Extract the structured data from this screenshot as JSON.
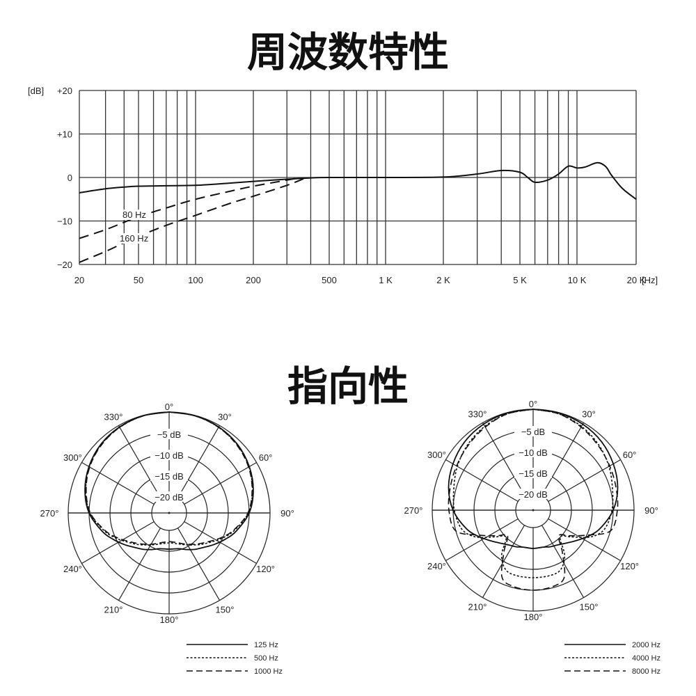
{
  "titles": {
    "frequency": "周波数特性",
    "polar": "指向性"
  },
  "chart_data": [
    {
      "type": "line",
      "title": "周波数特性",
      "xscale": "log",
      "xlim": [
        20,
        20000
      ],
      "ylim": [
        -20,
        20
      ],
      "ylabel": "[dB]",
      "xlabel_unit": "[Hz]",
      "yticks": [
        {
          "v": 20,
          "label": "+20"
        },
        {
          "v": 10,
          "label": "+10"
        },
        {
          "v": 0,
          "label": "0"
        },
        {
          "v": -10,
          "label": "−10"
        },
        {
          "v": -20,
          "label": "−20"
        }
      ],
      "xticks": [
        {
          "v": 20,
          "label": "20"
        },
        {
          "v": 50,
          "label": "50"
        },
        {
          "v": 100,
          "label": "100"
        },
        {
          "v": 200,
          "label": "200"
        },
        {
          "v": 500,
          "label": "500"
        },
        {
          "v": 1000,
          "label": "1 K"
        },
        {
          "v": 2000,
          "label": "2 K"
        },
        {
          "v": 5000,
          "label": "5 K"
        },
        {
          "v": 10000,
          "label": "10 K"
        },
        {
          "v": 20000,
          "label": "20 K"
        }
      ],
      "grid": true,
      "series": [
        {
          "name": "flat",
          "style": "solid",
          "points": [
            [
              20,
              -3.5
            ],
            [
              30,
              -2.6
            ],
            [
              40,
              -2.2
            ],
            [
              50,
              -2.0
            ],
            [
              70,
              -1.9
            ],
            [
              100,
              -1.8
            ],
            [
              150,
              -1.3
            ],
            [
              200,
              -0.9
            ],
            [
              300,
              -0.4
            ],
            [
              400,
              -0.1
            ],
            [
              500,
              0
            ],
            [
              1000,
              0
            ],
            [
              2000,
              0.1
            ],
            [
              3000,
              0.8
            ],
            [
              4000,
              1.6
            ],
            [
              5000,
              1.2
            ],
            [
              5500,
              0
            ],
            [
              6000,
              -1.1
            ],
            [
              7000,
              -0.6
            ],
            [
              8000,
              0.8
            ],
            [
              9000,
              2.6
            ],
            [
              10000,
              2.2
            ],
            [
              11000,
              2.4
            ],
            [
              12700,
              3.4
            ],
            [
              14000,
              2.5
            ],
            [
              15000,
              0.5
            ],
            [
              17000,
              -2.5
            ],
            [
              20000,
              -5
            ]
          ]
        },
        {
          "name": "80 Hz",
          "style": "dashed",
          "points": [
            [
              20,
              -14
            ],
            [
              30,
              -12
            ],
            [
              40,
              -10.3
            ],
            [
              50,
              -9
            ],
            [
              70,
              -7
            ],
            [
              100,
              -5
            ],
            [
              150,
              -3.2
            ],
            [
              200,
              -2
            ],
            [
              300,
              -0.6
            ],
            [
              350,
              0
            ]
          ]
        },
        {
          "name": "160 Hz",
          "style": "dashed",
          "points": [
            [
              20,
              -19.5
            ],
            [
              30,
              -17
            ],
            [
              40,
              -15
            ],
            [
              50,
              -13.5
            ],
            [
              70,
              -11
            ],
            [
              100,
              -8.7
            ],
            [
              150,
              -6
            ],
            [
              200,
              -4.3
            ],
            [
              300,
              -1.8
            ],
            [
              380,
              0
            ]
          ]
        }
      ],
      "annotations": [
        "80 Hz",
        "160 Hz"
      ]
    },
    {
      "type": "polar",
      "title": "指向性",
      "rlim_db": [
        -20,
        0
      ],
      "ring_labels": [
        "−5 dB",
        "−10 dB",
        "−15 dB",
        "−20 dB"
      ],
      "angle_labels": [
        "0°",
        "30°",
        "60°",
        "90°",
        "120°",
        "150°",
        "180°",
        "210°",
        "240°",
        "270°",
        "300°",
        "330°"
      ],
      "angles": [
        0,
        15,
        30,
        45,
        60,
        75,
        90,
        105,
        115,
        125,
        135,
        145,
        155,
        165,
        180
      ],
      "symmetric": true,
      "series": [
        {
          "name": "125 Hz",
          "style": "solid",
          "db": [
            0,
            -0.1,
            -0.4,
            -1,
            -2,
            -3.3,
            -5,
            -7.5,
            -9.3,
            -11,
            -12.5,
            -13.5,
            -14.5,
            -15.3,
            -15.5
          ]
        },
        {
          "name": "500 Hz",
          "style": "dotted",
          "db": [
            0,
            -0.1,
            -0.5,
            -1.1,
            -2.1,
            -3.5,
            -5.2,
            -8,
            -10,
            -12,
            -13.5,
            -14.8,
            -15.8,
            -16.5,
            -17
          ]
        },
        {
          "name": "1000 Hz",
          "style": "dashed",
          "db": [
            0,
            -0.1,
            -0.5,
            -1.2,
            -2.2,
            -3.6,
            -5.3,
            -8.2,
            -10.3,
            -12.3,
            -13.8,
            -15,
            -16,
            -16.8,
            -17.3
          ]
        }
      ]
    },
    {
      "type": "polar",
      "title": "指向性",
      "rlim_db": [
        -20,
        0
      ],
      "ring_labels": [
        "−5 dB",
        "−10 dB",
        "−15 dB",
        "−20 dB"
      ],
      "angle_labels": [
        "0°",
        "30°",
        "60°",
        "90°",
        "120°",
        "150°",
        "180°",
        "210°",
        "240°",
        "270°",
        "300°",
        "330°"
      ],
      "angles": [
        0,
        15,
        30,
        45,
        60,
        75,
        90,
        105,
        115,
        125,
        135,
        145,
        155,
        165,
        180
      ],
      "symmetric": true,
      "series": [
        {
          "name": "2000 Hz",
          "style": "solid",
          "db": [
            0,
            -0.1,
            -0.4,
            -1,
            -2,
            -3.2,
            -5,
            -7.5,
            -9.5,
            -11.5,
            -13,
            -14,
            -14.5,
            -15,
            -15
          ]
        },
        {
          "name": "4000 Hz",
          "style": "dotted",
          "db": [
            0,
            -0.3,
            -1,
            -2,
            -3.2,
            -4.5,
            -5.3,
            -6.5,
            -9,
            -13,
            -15,
            -11,
            -8.5,
            -8,
            -8
          ]
        },
        {
          "name": "8000 Hz",
          "style": "dashed",
          "db": [
            0,
            -0.3,
            -1.2,
            -2.2,
            -3,
            -3.6,
            -4,
            -5,
            -10,
            -13.5,
            -15.5,
            -12,
            -6.5,
            -5.3,
            -5
          ]
        }
      ]
    }
  ],
  "colors": {
    "line": "#111111",
    "grid": "#333333"
  }
}
